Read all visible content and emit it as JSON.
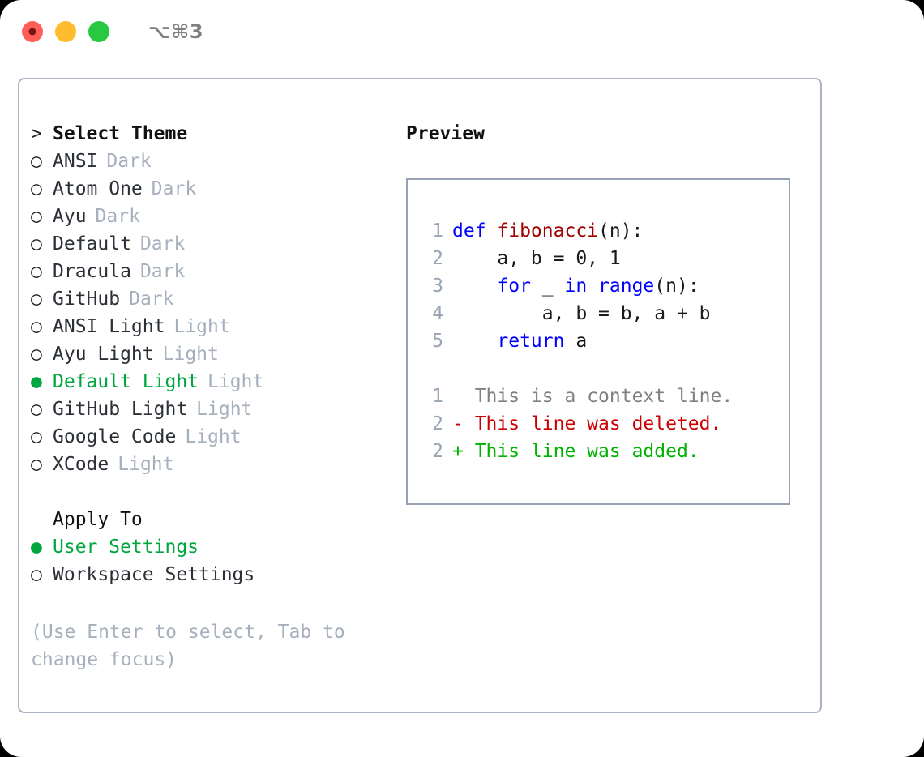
{
  "window": {
    "title": "⌥⌘3",
    "traffic_lights": [
      "close-red",
      "minimize-yellow",
      "zoom-green"
    ]
  },
  "theme_picker": {
    "heading": "Select Theme",
    "heading_marker": ">",
    "marker_unselected": "○",
    "marker_selected": "●",
    "items": [
      {
        "name": "ANSI",
        "tag": "Dark",
        "selected": false
      },
      {
        "name": "Atom One",
        "tag": "Dark",
        "selected": false
      },
      {
        "name": "Ayu",
        "tag": "Dark",
        "selected": false
      },
      {
        "name": "Default",
        "tag": "Dark",
        "selected": false
      },
      {
        "name": "Dracula",
        "tag": "Dark",
        "selected": false
      },
      {
        "name": "GitHub",
        "tag": "Dark",
        "selected": false
      },
      {
        "name": "ANSI Light",
        "tag": "Light",
        "selected": false
      },
      {
        "name": "Ayu Light",
        "tag": "Light",
        "selected": false
      },
      {
        "name": "Default Light",
        "tag": "Light",
        "selected": true
      },
      {
        "name": "GitHub Light",
        "tag": "Light",
        "selected": false
      },
      {
        "name": "Google Code",
        "tag": "Light",
        "selected": false
      },
      {
        "name": "XCode",
        "tag": "Light",
        "selected": false
      }
    ]
  },
  "apply_to": {
    "heading": "Apply To",
    "options": [
      {
        "name": "User Settings",
        "selected": true
      },
      {
        "name": "Workspace Settings",
        "selected": false
      }
    ]
  },
  "hint": "(Use Enter to select, Tab to change focus)",
  "preview": {
    "label": "Preview",
    "code_lines": [
      {
        "num": "1",
        "tokens": [
          {
            "t": "def ",
            "c": "kw"
          },
          {
            "t": "fibonacci",
            "c": "fn"
          },
          {
            "t": "(n):",
            "c": "plain"
          }
        ]
      },
      {
        "num": "2",
        "tokens": [
          {
            "t": "    a, b = 0, 1",
            "c": "plain"
          }
        ]
      },
      {
        "num": "3",
        "tokens": [
          {
            "t": "    ",
            "c": "plain"
          },
          {
            "t": "for",
            "c": "kw"
          },
          {
            "t": " _ ",
            "c": "plain"
          },
          {
            "t": "in",
            "c": "kw"
          },
          {
            "t": " ",
            "c": "plain"
          },
          {
            "t": "range",
            "c": "kw"
          },
          {
            "t": "(n):",
            "c": "plain"
          }
        ]
      },
      {
        "num": "4",
        "tokens": [
          {
            "t": "        a, b = b, a + b",
            "c": "plain"
          }
        ]
      },
      {
        "num": "5",
        "tokens": [
          {
            "t": "    ",
            "c": "plain"
          },
          {
            "t": "return",
            "c": "kw"
          },
          {
            "t": " a",
            "c": "plain"
          }
        ]
      }
    ],
    "diff_lines": [
      {
        "num": "1",
        "prefix": "  ",
        "text": "This is a context line.",
        "kind": "ctx"
      },
      {
        "num": "2",
        "prefix": "- ",
        "text": "This line was deleted.",
        "kind": "del"
      },
      {
        "num": "2",
        "prefix": "+ ",
        "text": "This line was added.",
        "kind": "add"
      }
    ]
  },
  "colors": {
    "accent_green": "#00a63e",
    "muted": "#a6b0bd",
    "keyword_blue": "#0000ff",
    "function_red": "#a00000",
    "diff_delete": "#cc0000",
    "diff_add": "#00b300",
    "border": "#aab4c2"
  }
}
